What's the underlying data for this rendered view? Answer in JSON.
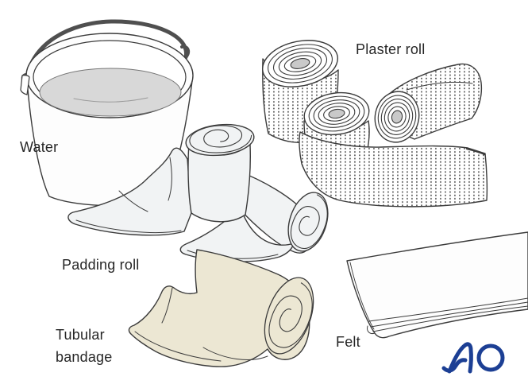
{
  "figure": {
    "labels": {
      "water": "Water",
      "plaster_roll": "Plaster roll",
      "padding_roll": "Padding roll",
      "tubular_bandage": "Tubular bandage",
      "felt": "Felt"
    },
    "logo": {
      "text": "AO",
      "color": "#1c3f94"
    },
    "colors": {
      "background": "#ffffff",
      "outline": "#3b3b3b",
      "label_text": "#262626",
      "water_fill": "#d8d8d8",
      "handle_gray": "#4f4f4f",
      "padding_fill": "#f1f3f4",
      "tubular_fill": "#ece7d3",
      "plaster_dot": "#3f3f3f",
      "inner_hole_gray": "#c9c9c9"
    }
  }
}
